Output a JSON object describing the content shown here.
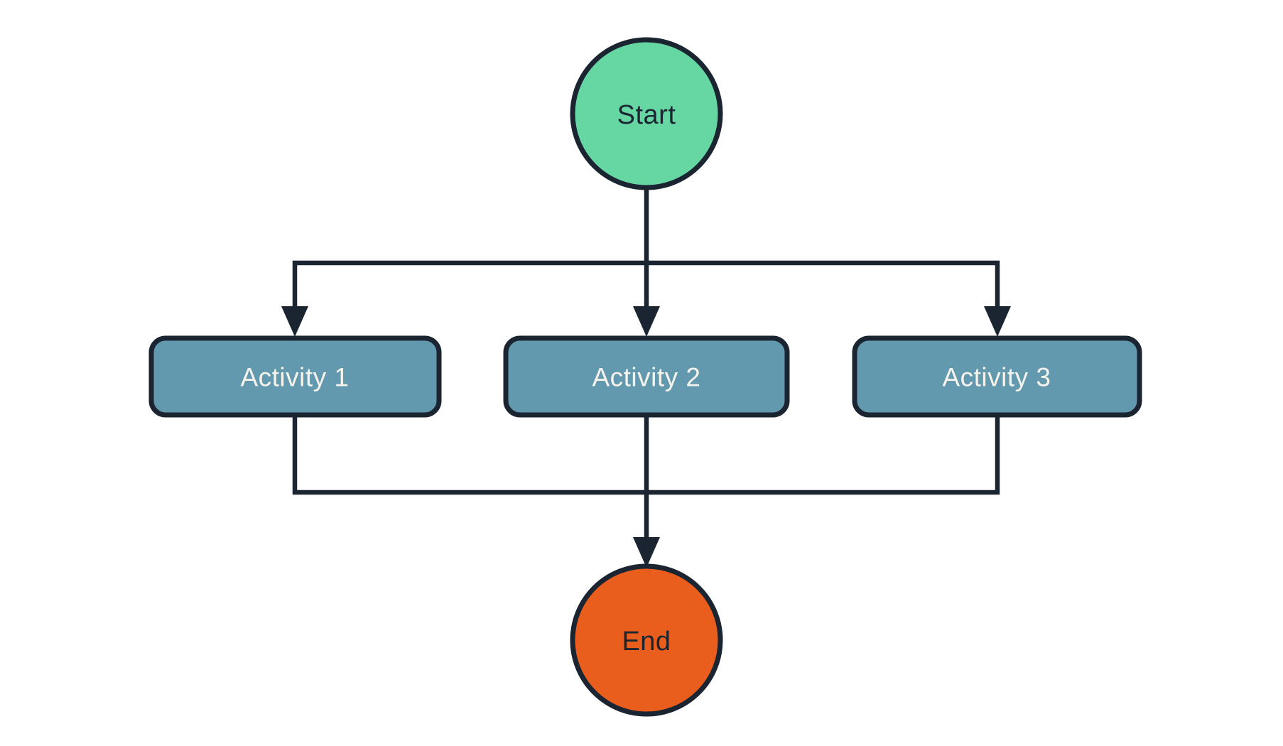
{
  "diagram": {
    "type": "flowchart",
    "nodes": {
      "start": {
        "label": "Start",
        "shape": "circle"
      },
      "activity1": {
        "label": "Activity 1",
        "shape": "rounded-rectangle"
      },
      "activity2": {
        "label": "Activity 2",
        "shape": "rounded-rectangle"
      },
      "activity3": {
        "label": "Activity 3",
        "shape": "rounded-rectangle"
      },
      "end": {
        "label": "End",
        "shape": "circle"
      }
    },
    "edges": [
      {
        "from": "start",
        "to": "activity1",
        "arrow": true
      },
      {
        "from": "start",
        "to": "activity2",
        "arrow": true
      },
      {
        "from": "start",
        "to": "activity3",
        "arrow": true
      },
      {
        "from": "activity1",
        "to": "end",
        "arrow": true
      },
      {
        "from": "activity2",
        "to": "end",
        "arrow": true
      },
      {
        "from": "activity3",
        "to": "end",
        "arrow": true
      }
    ]
  },
  "colors": {
    "background": "#ffffff",
    "outline": "#1b2531",
    "start_fill": "#66d6a3",
    "activity_fill": "#6299ae",
    "end_fill": "#ea5e1d",
    "start_text": "#1b2531",
    "activity_text": "#f6f3ec",
    "end_text": "#1b2531"
  }
}
